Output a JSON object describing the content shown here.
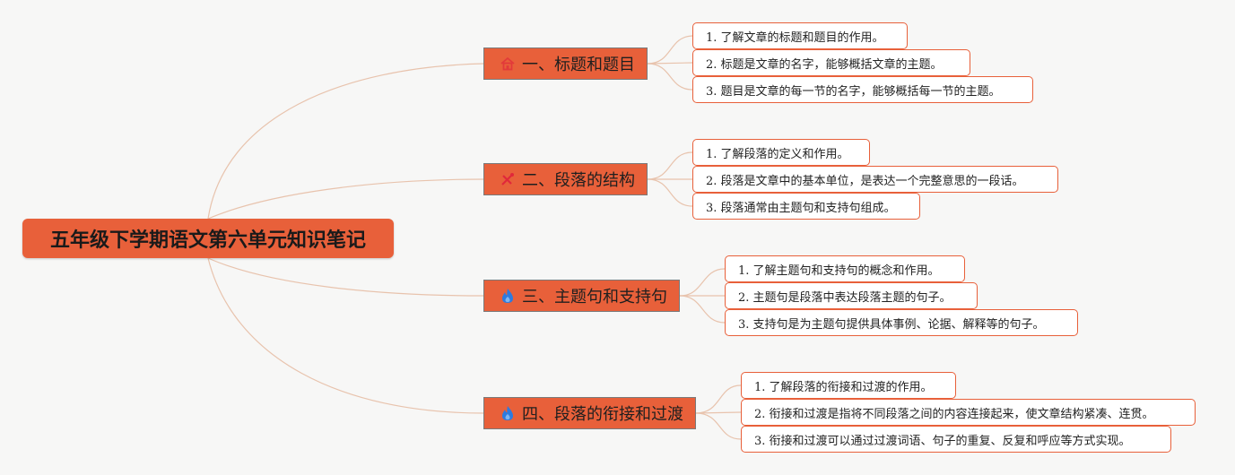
{
  "root": {
    "title": "五年级下学期语文第六单元知识笔记"
  },
  "branches": [
    {
      "label": "一、标题和题目",
      "icon": "house-icon",
      "items": [
        "1. 了解文章的标题和题目的作用。",
        "2. 标题是文章的名字，能够概括文章的主题。",
        "3. 题目是文章的每一节的名字，能够概括每一节的主题。"
      ]
    },
    {
      "label": "二、段落的结构",
      "icon": "tools-icon",
      "items": [
        "1. 了解段落的定义和作用。",
        "2. 段落是文章中的基本单位，是表达一个完整意思的一段话。",
        "3. 段落通常由主题句和支持句组成。"
      ]
    },
    {
      "label": "三、主题句和支持句",
      "icon": "flame-icon",
      "items": [
        "1. 了解主题句和支持句的概念和作用。",
        "2. 主题句是段落中表达段落主题的句子。",
        "3. 支持句是为主题句提供具体事例、论据、解释等的句子。"
      ]
    },
    {
      "label": "四、段落的衔接和过渡",
      "icon": "flame-icon",
      "items": [
        "1. 了解段落的衔接和过渡的作用。",
        "2. 衔接和过渡是指将不同段落之间的内容连接起来，使文章结构紧凑、连贯。",
        "3. 衔接和过渡可以通过过渡词语、句子的重复、反复和呼应等方式实现。"
      ]
    }
  ],
  "colors": {
    "accent": "#e8603a",
    "connector": "#e8c3ad",
    "house_icon": "#e23a3a",
    "tools_icon": "#e0283a",
    "flame_icon": "#2d7be0",
    "background": "#f7f7f6"
  }
}
